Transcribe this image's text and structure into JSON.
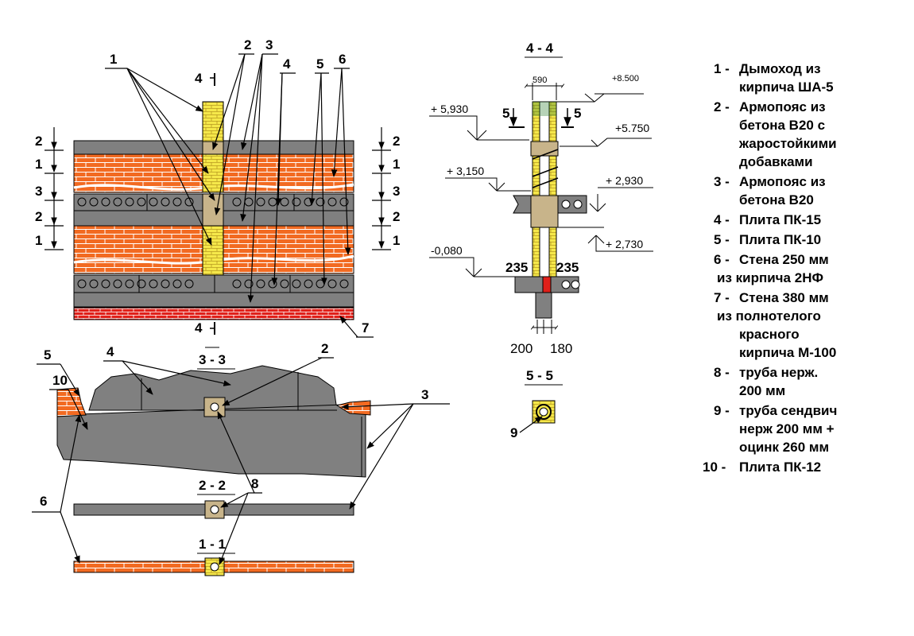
{
  "colors": {
    "brick": "#f26a21",
    "red_brick": "#e0201a",
    "concrete_gray": "#808080",
    "armobelt": "#c8b48a",
    "chimney_brick": "#f5e84a",
    "outline": "#000000"
  },
  "callouts": {
    "elevation_top": [
      "1",
      "2",
      "3",
      "4",
      "5",
      "6"
    ],
    "wall_7": "7",
    "plan_3_3": [
      "5",
      "4",
      "2",
      "10",
      "3",
      "6",
      "8"
    ]
  },
  "layer_marks": {
    "left": [
      "2",
      "1",
      "3",
      "2",
      "1"
    ],
    "right": [
      "2",
      "1",
      "3",
      "2",
      "1"
    ]
  },
  "section_marks": {
    "cut_4": "4",
    "cut_5_left": "5",
    "cut_5_right": "5"
  },
  "section_titles": {
    "s44": "4 - 4",
    "s55": "5 - 5",
    "s33": "3 - 3",
    "s22": "2 - 2",
    "s11": "1 - 1"
  },
  "elevations": {
    "e8500": "+8.500",
    "e5930": "+ 5,930",
    "e5750": "+5.750",
    "e3150": "+ 3,150",
    "e2930": "+ 2,930",
    "e2730": "+ 2,730",
    "e0080": "-0,080"
  },
  "dimensions": {
    "width_top": "590",
    "left_235": "235",
    "right_235": "235",
    "d200": "200",
    "d180": "180"
  },
  "item_9": "9",
  "legend": [
    {
      "num": "1 -",
      "lines": [
        "Дымоход из",
        "кирпича ША-5"
      ]
    },
    {
      "num": "2 -",
      "lines": [
        "Армопояс из",
        "бетона В20 с",
        "жаростойкими",
        "добавками"
      ]
    },
    {
      "num": "3 -",
      "lines": [
        "Армопояс из",
        "бетона В20"
      ]
    },
    {
      "num": "4 -",
      "lines": [
        "Плита ПК-15"
      ]
    },
    {
      "num": "5 -",
      "lines": [
        "Плита ПК-10"
      ]
    },
    {
      "num": "6 -",
      "lines": [
        "Стена 250 мм",
        "из кирпича 2НФ"
      ]
    },
    {
      "num": "7 -",
      "lines": [
        "Стена 380 мм",
        "из полнотелого",
        "красного",
        "кирпича М-100"
      ]
    },
    {
      "num": "8 -",
      "lines": [
        "труба нерж.",
        "200 мм"
      ]
    },
    {
      "num": "9 -",
      "lines": [
        "труба сендвич",
        "нерж 200 мм +",
        "оцинк 260 мм"
      ]
    },
    {
      "num": "10 -",
      "lines": [
        "Плита ПК-12"
      ]
    }
  ]
}
